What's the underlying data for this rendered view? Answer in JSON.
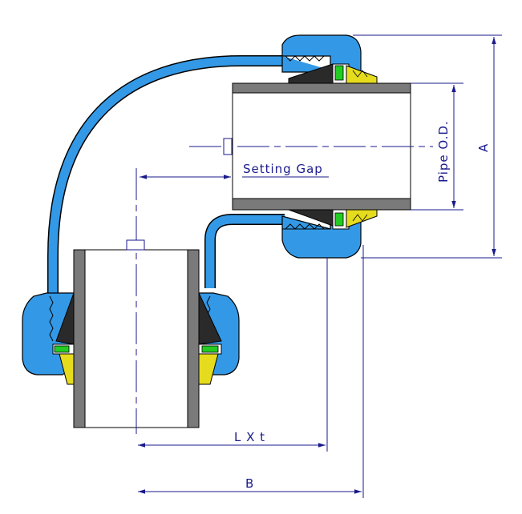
{
  "diagram": {
    "labels": {
      "setting_gap": "Setting Gap",
      "pipe_od": "Pipe O.D.",
      "dim_a": "A",
      "dim_lxt": "L X t",
      "dim_b": "B"
    },
    "colors": {
      "fitting_body": "#3399e6",
      "pipe_wall": "#7a7a7a",
      "seal_ring": "#2a2a2a",
      "nut_insert": "#e6dc1e",
      "grip_ring": "#22cc22",
      "dimension_line": "#1a1a8c",
      "outline": "#000000"
    }
  }
}
